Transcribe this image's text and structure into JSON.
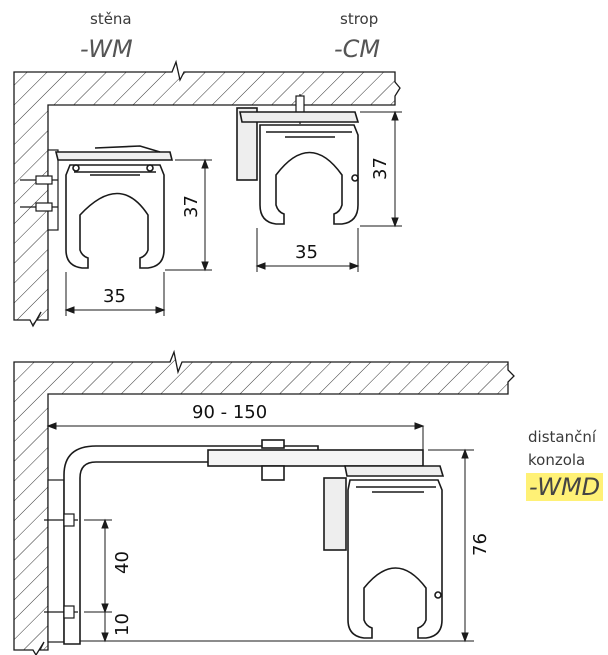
{
  "labels": {
    "wall_word": "stěna",
    "wall_code": "-WM",
    "ceiling_word": "strop",
    "ceiling_code": "-CM",
    "bracket_word_1": "distanční",
    "bracket_word_2": "konzola",
    "bracket_code": "-WMD"
  },
  "dimensions": {
    "wm_height": "37",
    "wm_width": "35",
    "cm_height": "37",
    "cm_width": "35",
    "wmd_range": "90 - 150",
    "wmd_height": "76",
    "wmd_upper": "40",
    "wmd_lower": "10"
  },
  "colors": {
    "line": "#1a1a1a",
    "highlight": "#fff176"
  }
}
